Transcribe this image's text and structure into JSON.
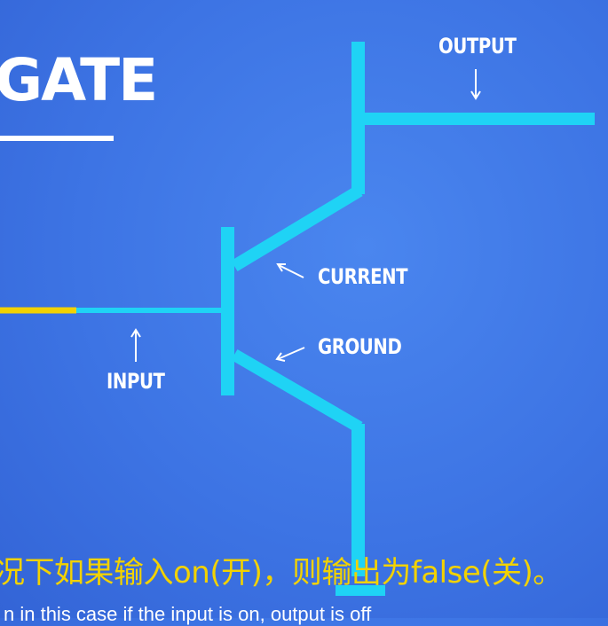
{
  "title": "GATE",
  "labels": {
    "output": "OUTPUT",
    "current": "CURRENT",
    "ground": "GROUND",
    "input": "INPUT"
  },
  "subtitles": {
    "zh": "况下如果输入on(开)，则输出为false(关)。",
    "en": "n in this case if the input is on, output is off"
  },
  "colors": {
    "background": "#3d74e4",
    "wire": "#1fd3f5",
    "input_active": "#f2d200",
    "text": "#ffffff",
    "subtitle_zh": "#f2d200"
  }
}
